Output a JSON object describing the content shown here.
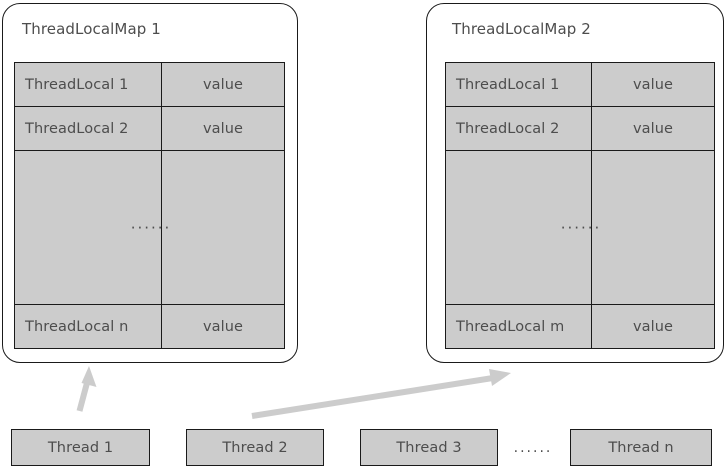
{
  "diagram": {
    "title_hidden": "",
    "colors": {
      "cell_fill": "#cccccc",
      "panel_border": "#1a1a1a",
      "text": "#4d4d4d",
      "arrow": "#cccccc",
      "background": "#ffffff"
    },
    "maps": [
      {
        "id": "threadlocalmap-1",
        "title": "ThreadLocalMap 1",
        "rows": [
          {
            "key": "ThreadLocal 1",
            "value": "value"
          },
          {
            "key": "ThreadLocal 2",
            "value": "value"
          },
          {
            "key": "",
            "value": "",
            "ellipsis": "......"
          },
          {
            "key": "ThreadLocal n",
            "value": "value"
          }
        ]
      },
      {
        "id": "threadlocalmap-2",
        "title": "ThreadLocalMap 2",
        "rows": [
          {
            "key": "ThreadLocal 1",
            "value": "value"
          },
          {
            "key": "ThreadLocal 2",
            "value": "value"
          },
          {
            "key": "",
            "value": "",
            "ellipsis": "......"
          },
          {
            "key": "ThreadLocal m",
            "value": "value"
          }
        ]
      }
    ],
    "threads": [
      {
        "id": "thread-1",
        "label": "Thread 1"
      },
      {
        "id": "thread-2",
        "label": "Thread 2"
      },
      {
        "id": "thread-3",
        "label": "Thread 3"
      },
      {
        "id": "thread-n",
        "label": "Thread n"
      }
    ],
    "thread_ellipsis": "......",
    "arrows": [
      {
        "id": "arrow-thread1-to-map1",
        "from": "Thread 1",
        "to": "ThreadLocalMap 1"
      },
      {
        "id": "arrow-thread2-to-map2",
        "from": "Thread 2",
        "to": "ThreadLocalMap 2"
      }
    ]
  }
}
